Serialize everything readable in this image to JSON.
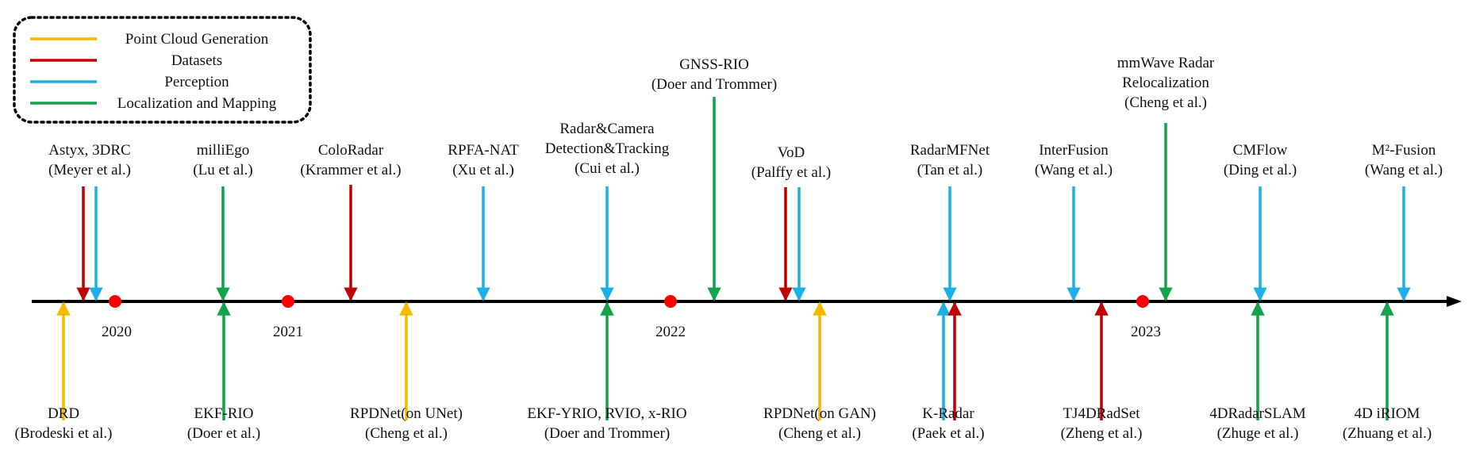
{
  "colors": {
    "point_cloud_generation": "#F5B800",
    "datasets": "#C00000",
    "perception": "#1AAFE6",
    "localization_and_mapping": "#12A24A",
    "axis": "#000000",
    "year_dot": "#FF0000"
  },
  "legend": [
    {
      "key": "point_cloud_generation",
      "label": "Point Cloud Generation"
    },
    {
      "key": "datasets",
      "label": "Datasets"
    },
    {
      "key": "perception",
      "label": "Perception"
    },
    {
      "key": "localization_and_mapping",
      "label": "Localization and Mapping"
    }
  ],
  "years": [
    "2020",
    "2021",
    "2022",
    "2023"
  ],
  "events_above": [
    {
      "lines": [
        "Astyx,  3DRC",
        "(Meyer et al.)"
      ],
      "categories": [
        "datasets",
        "perception"
      ]
    },
    {
      "lines": [
        "milliEgo",
        "(Lu et al.)"
      ],
      "categories": [
        "localization_and_mapping"
      ]
    },
    {
      "lines": [
        "ColoRadar",
        "(Krammer et al.)"
      ],
      "categories": [
        "datasets"
      ]
    },
    {
      "lines": [
        "RPFA-NAT",
        "(Xu et al.)"
      ],
      "categories": [
        "perception"
      ]
    },
    {
      "lines": [
        "Radar&Camera",
        "Detection&Tracking",
        "(Cui et al.)"
      ],
      "categories": [
        "perception"
      ]
    },
    {
      "lines": [
        "GNSS-RIO",
        "(Doer and Trommer)"
      ],
      "categories": [
        "localization_and_mapping"
      ]
    },
    {
      "lines": [
        "VoD",
        "(Palffy et al.)"
      ],
      "categories": [
        "datasets",
        "perception"
      ]
    },
    {
      "lines": [
        "RadarMFNet",
        "(Tan et al.)"
      ],
      "categories": [
        "perception"
      ]
    },
    {
      "lines": [
        "InterFusion",
        "(Wang et al.)"
      ],
      "categories": [
        "perception"
      ]
    },
    {
      "lines": [
        "mmWave Radar",
        "Relocalization",
        "(Cheng et al.)"
      ],
      "categories": [
        "localization_and_mapping"
      ]
    },
    {
      "lines": [
        "CMFlow",
        "(Ding et al.)"
      ],
      "categories": [
        "perception"
      ]
    },
    {
      "lines": [
        "M²-Fusion",
        "(Wang et al.)"
      ],
      "categories": [
        "perception"
      ]
    }
  ],
  "events_below": [
    {
      "lines": [
        "DRD",
        "(Brodeski et al.)"
      ],
      "categories": [
        "point_cloud_generation"
      ]
    },
    {
      "lines": [
        "EKF-RIO",
        "(Doer et al.)"
      ],
      "categories": [
        "localization_and_mapping"
      ]
    },
    {
      "lines": [
        "RPDNet(on UNet)",
        "(Cheng et al.)"
      ],
      "categories": [
        "point_cloud_generation"
      ]
    },
    {
      "lines": [
        "EKF-YRIO, RVIO, x-RIO",
        "(Doer and Trommer)"
      ],
      "categories": [
        "localization_and_mapping"
      ]
    },
    {
      "lines": [
        "RPDNet(on GAN)",
        "(Cheng et al.)"
      ],
      "categories": [
        "point_cloud_generation"
      ]
    },
    {
      "lines": [
        "K-Radar",
        "(Paek et al.)"
      ],
      "categories": [
        "perception",
        "datasets"
      ]
    },
    {
      "lines": [
        "TJ4DRadSet",
        "(Zheng et al.)"
      ],
      "categories": [
        "datasets"
      ]
    },
    {
      "lines": [
        "4DRadarSLAM",
        "(Zhuge et al.)"
      ],
      "categories": [
        "localization_and_mapping"
      ]
    },
    {
      "lines": [
        "4D iRIOM",
        "(Zhuang et al.)"
      ],
      "categories": [
        "localization_and_mapping"
      ]
    }
  ]
}
